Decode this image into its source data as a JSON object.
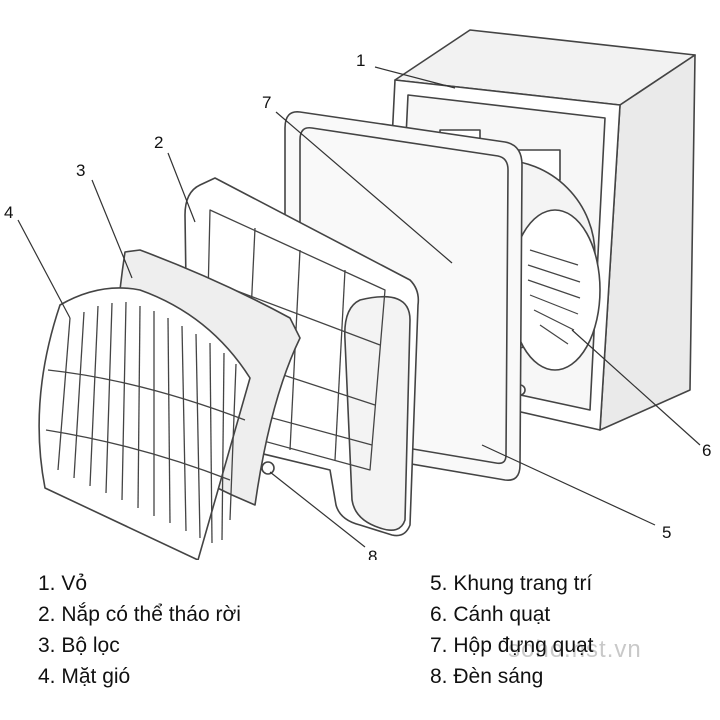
{
  "callouts": [
    "1",
    "2",
    "3",
    "4",
    "5",
    "6",
    "7",
    "8"
  ],
  "legend": {
    "left": [
      "1. Vỏ",
      "2. Nắp có thể tháo rời",
      "3. Bộ lọc",
      "4. Mặt gió"
    ],
    "right": [
      "5. Khung trang trí",
      "6. Cánh quạt",
      "7. Hộp đựng quạt",
      "8. Đèn sáng"
    ]
  },
  "watermark": "soho.nst.vn"
}
